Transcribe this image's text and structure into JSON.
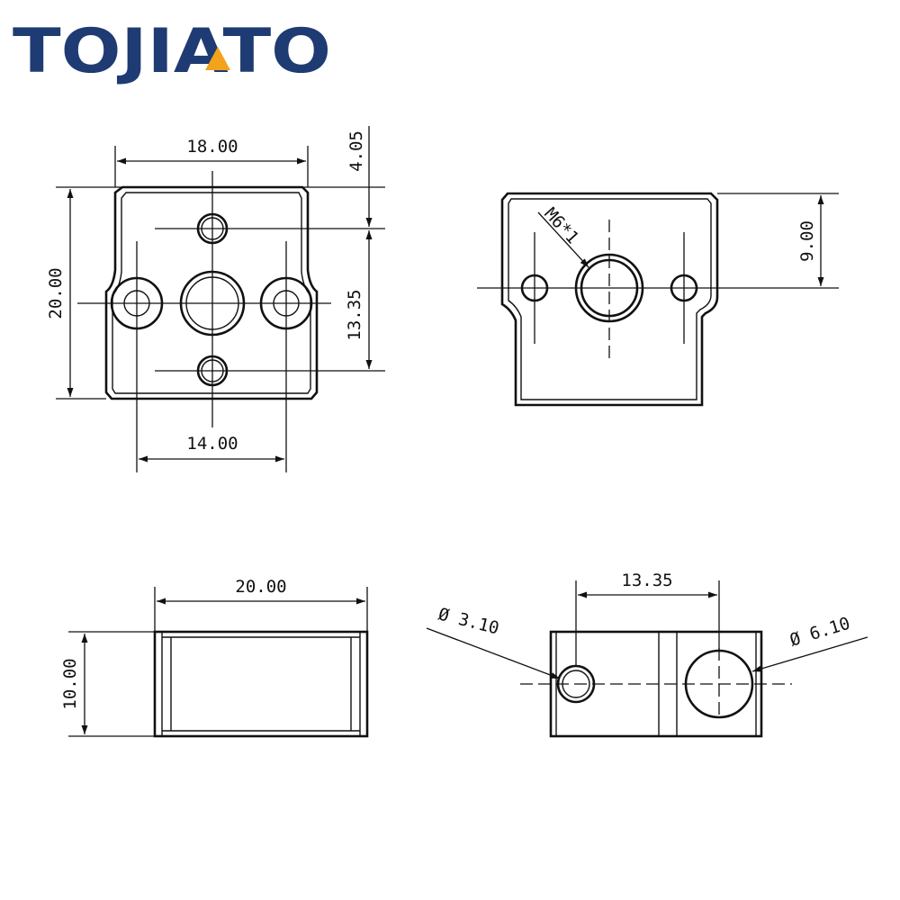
{
  "brand": {
    "name": "TOJIATO",
    "color": "#1f3b73",
    "accent": "#f2a21b"
  },
  "views": {
    "top_view": {
      "width_top": "18.00",
      "height_overall": "20.00",
      "offset_top": "4.05",
      "hole_spacing_vertical": "13.35",
      "hole_spacing_horizontal": "14.00"
    },
    "side_view": {
      "thread_label": "M6*1",
      "height": "9.00"
    },
    "front_view": {
      "length": "20.00",
      "thickness": "10.00"
    },
    "end_view": {
      "hole_spacing": "13.35",
      "small_hole_diameter": "Ø 3.10",
      "large_hole_diameter": "Ø 6.10"
    }
  },
  "icons": [
    "diameter-symbol"
  ]
}
